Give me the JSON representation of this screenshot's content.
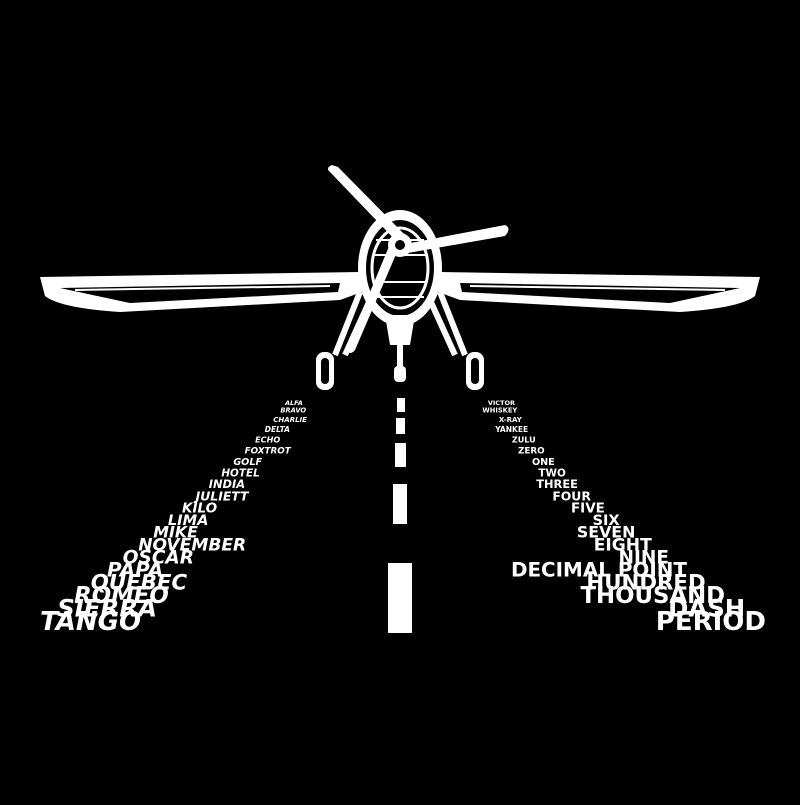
{
  "artwork": {
    "background_color": "#000000",
    "ink_color": "#ffffff",
    "illustration": "propeller-airplane-on-runway",
    "left_column_words": [
      "ALFA",
      "BRAVO",
      "CHARLIE",
      "DELTA",
      "ECHO",
      "FOXTROT",
      "GOLF",
      "HOTEL",
      "INDIA",
      "JULIETT",
      "KILO",
      "LIMA",
      "MIKE",
      "NOVEMBER",
      "OSCAR",
      "PAPA",
      "QUEBEC",
      "ROMEO",
      "SIERRA",
      "TANGO"
    ],
    "right_column_words": [
      "VICTOR",
      "WHISKEY",
      "X-RAY",
      "YANKEE",
      "ZULU",
      "ZERO",
      "ONE",
      "TWO",
      "THREE",
      "FOUR",
      "FIVE",
      "SIX",
      "SEVEN",
      "EIGHT",
      "NINE",
      "DECIMAL POINT",
      "HUNDRED",
      "THOUSAND",
      "DASH",
      "PERIOD"
    ]
  }
}
